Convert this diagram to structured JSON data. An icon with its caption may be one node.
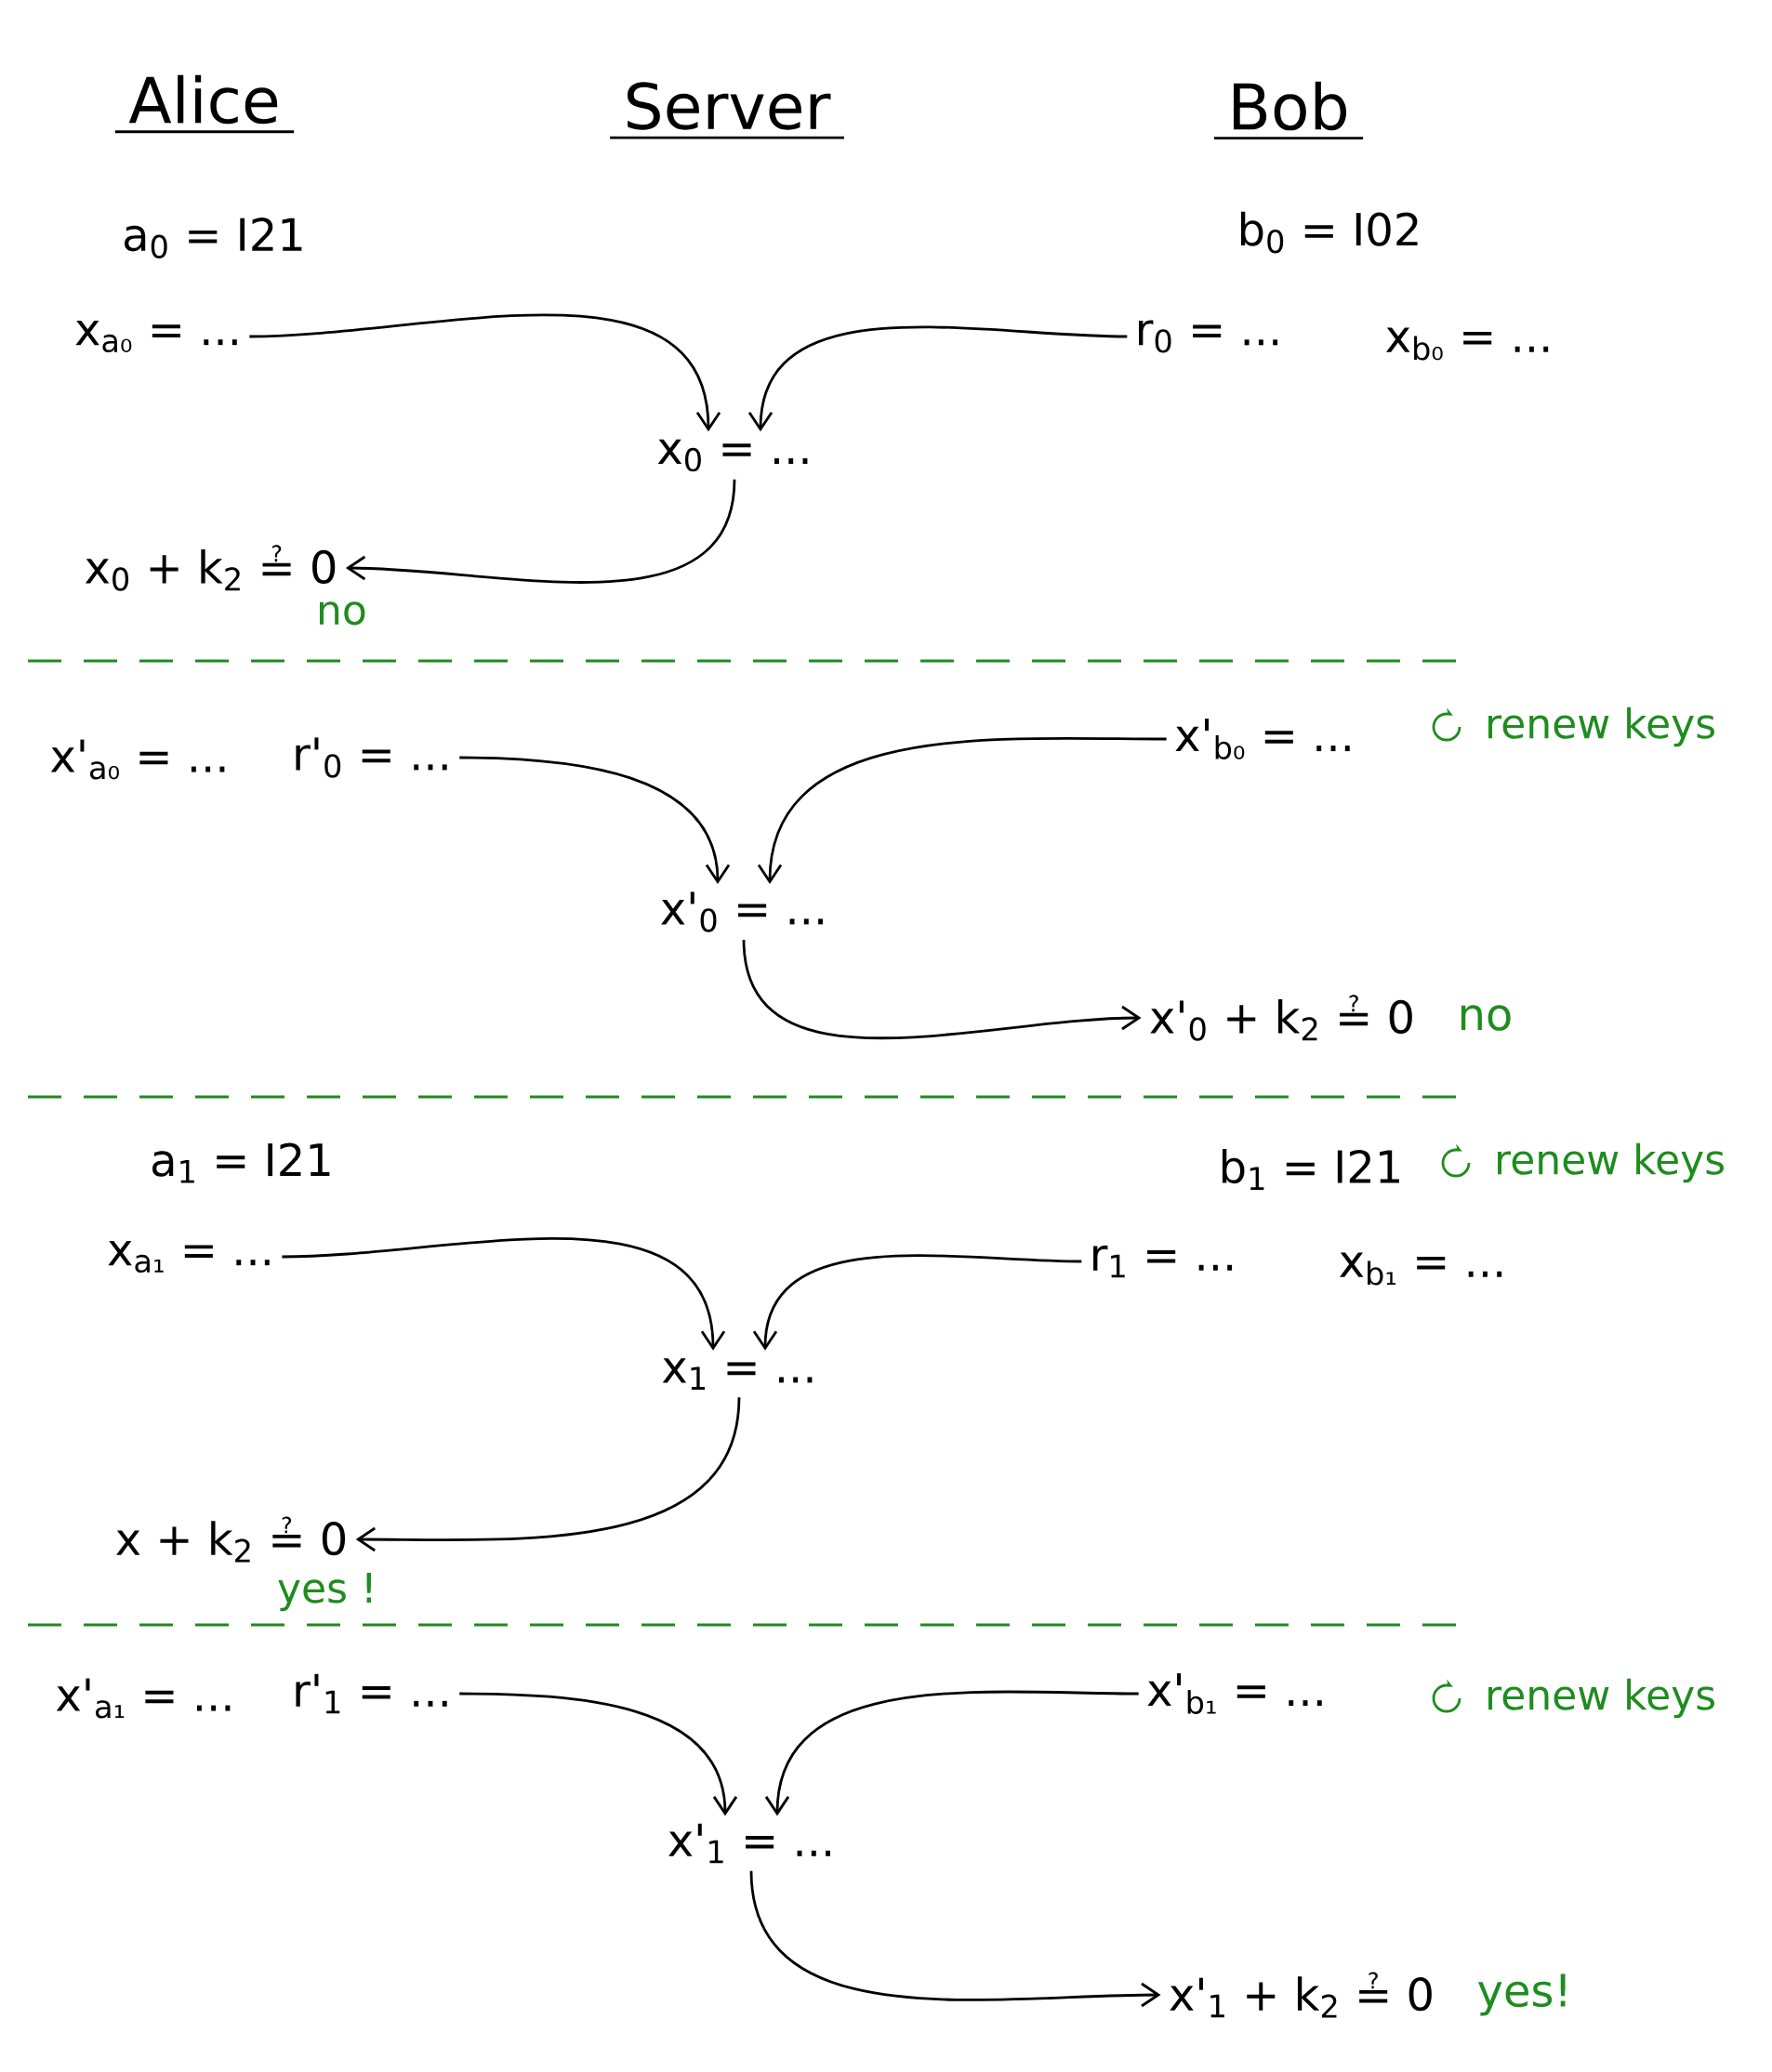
{
  "diagram": {
    "nodes": [
      {
        "text": [
          "x$_{a₀}$ = ..."
        ]
      },
      {
        "text": [
          "r$_{0}$ = ..."
        ]
      },
      {
        "text": [
          "x$_{0}$ = ..."
        ]
      },
      {
        "text": [
          "x$_{0}$ + k$_{2}$ ≟ 0"
        ],
        "beside": [
          "no"
        ]
      },
      {
        "text": [
          "r'$_{0}$ = ..."
        ]
      },
      {
        "text": [
          "x'$_{b₀}$ = ..."
        ]
      },
      {
        "text": [
          "x'$_{0}$ = ..."
        ]
      },
      {
        "text": [
          "x'$_{0}$ + k$_{2}$ ≟ 0"
        ],
        "beside": [
          "no"
        ]
      },
      {
        "text": [
          "x$_{a₁}$ = ..."
        ]
      },
      {
        "text": [
          "r$_{1}$ = ..."
        ]
      },
      {
        "text": [
          "x$_{1}$ = ..."
        ]
      },
      {
        "text": [
          "x + k$_{2}$ ≟ 0"
        ],
        "beside": [
          "yes !"
        ]
      },
      {
        "text": [
          "r'$_{1}$ = ..."
        ]
      },
      {
        "text": [
          "x'$_{b₁}$ = ..."
        ]
      },
      {
        "text": [
          "x'$_{1}$ = ..."
        ]
      },
      {
        "text": [
          "x'$_{1}$ + k$_{2}$ ≟ 0"
        ],
        "beside": [
          "yes!"
        ]
      }
    ],
    "edges": [
      {
        "from": 0,
        "to": 2,
        "arrow": "to"
      },
      {
        "from": 1,
        "to": 2,
        "arrow": "to"
      },
      {
        "from": 2,
        "to": 3,
        "arrow": "to"
      },
      {
        "from": 4,
        "to": 6,
        "arrow": "to"
      },
      {
        "from": 5,
        "to": 6,
        "arrow": "to"
      },
      {
        "from": 6,
        "to": 7,
        "arrow": "to"
      },
      {
        "from": 8,
        "to": 10,
        "arrow": "to"
      },
      {
        "from": 9,
        "to": 10,
        "arrow": "to"
      },
      {
        "from": 10,
        "to": 11,
        "arrow": "to"
      },
      {
        "from": 12,
        "to": 14,
        "arrow": "to"
      },
      {
        "from": 13,
        "to": 14,
        "arrow": "to"
      },
      {
        "from": 14,
        "to": 15,
        "arrow": "to"
      }
    ],
    "labels": [
      "Alice",
      "Server",
      "Bob",
      "a$_{0}$ = I21",
      "b$_{0}$ = I02",
      "x$_{b₀}$ = ...",
      "x'$_{a₀}$ = ...",
      "renew keys",
      "a$_{1}$ = I21",
      "b$_{1}$ = I21",
      "renew keys",
      "x$_{b₁}$ = ...",
      "x'$_{a₁}$ = ...",
      "renew keys"
    ]
  }
}
